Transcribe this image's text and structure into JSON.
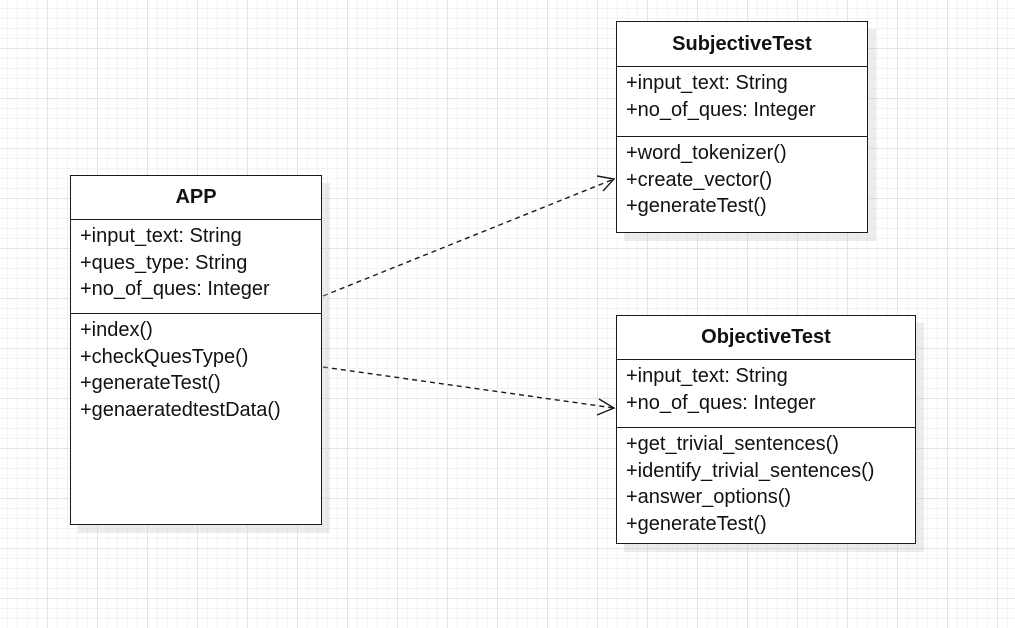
{
  "classes": {
    "app": {
      "name": "APP",
      "attributes": [
        "+input_text: String",
        "+ques_type: String",
        "+no_of_ques: Integer"
      ],
      "operations": [
        "+index()",
        "+checkQuesType()",
        "+generateTest()",
        "+genaeratedtestData()"
      ]
    },
    "subjective": {
      "name": "SubjectiveTest",
      "attributes": [
        "+input_text: String",
        "+no_of_ques: Integer"
      ],
      "operations": [
        "+word_tokenizer()",
        "+create_vector()",
        "+generateTest()"
      ]
    },
    "objective": {
      "name": "ObjectiveTest",
      "attributes": [
        "+input_text: String",
        "+no_of_ques: Integer"
      ],
      "operations": [
        "+get_trivial_sentences()",
        "+identify_trivial_sentences()",
        "+answer_options()",
        "+generateTest()"
      ]
    }
  },
  "relations": [
    {
      "from": "APP",
      "to": "SubjectiveTest",
      "style": "dashed",
      "arrow": "open"
    },
    {
      "from": "APP",
      "to": "ObjectiveTest",
      "style": "dashed",
      "arrow": "open"
    }
  ],
  "colors": {
    "line": "#1a1a1a",
    "grid": "#e4e4e4"
  }
}
